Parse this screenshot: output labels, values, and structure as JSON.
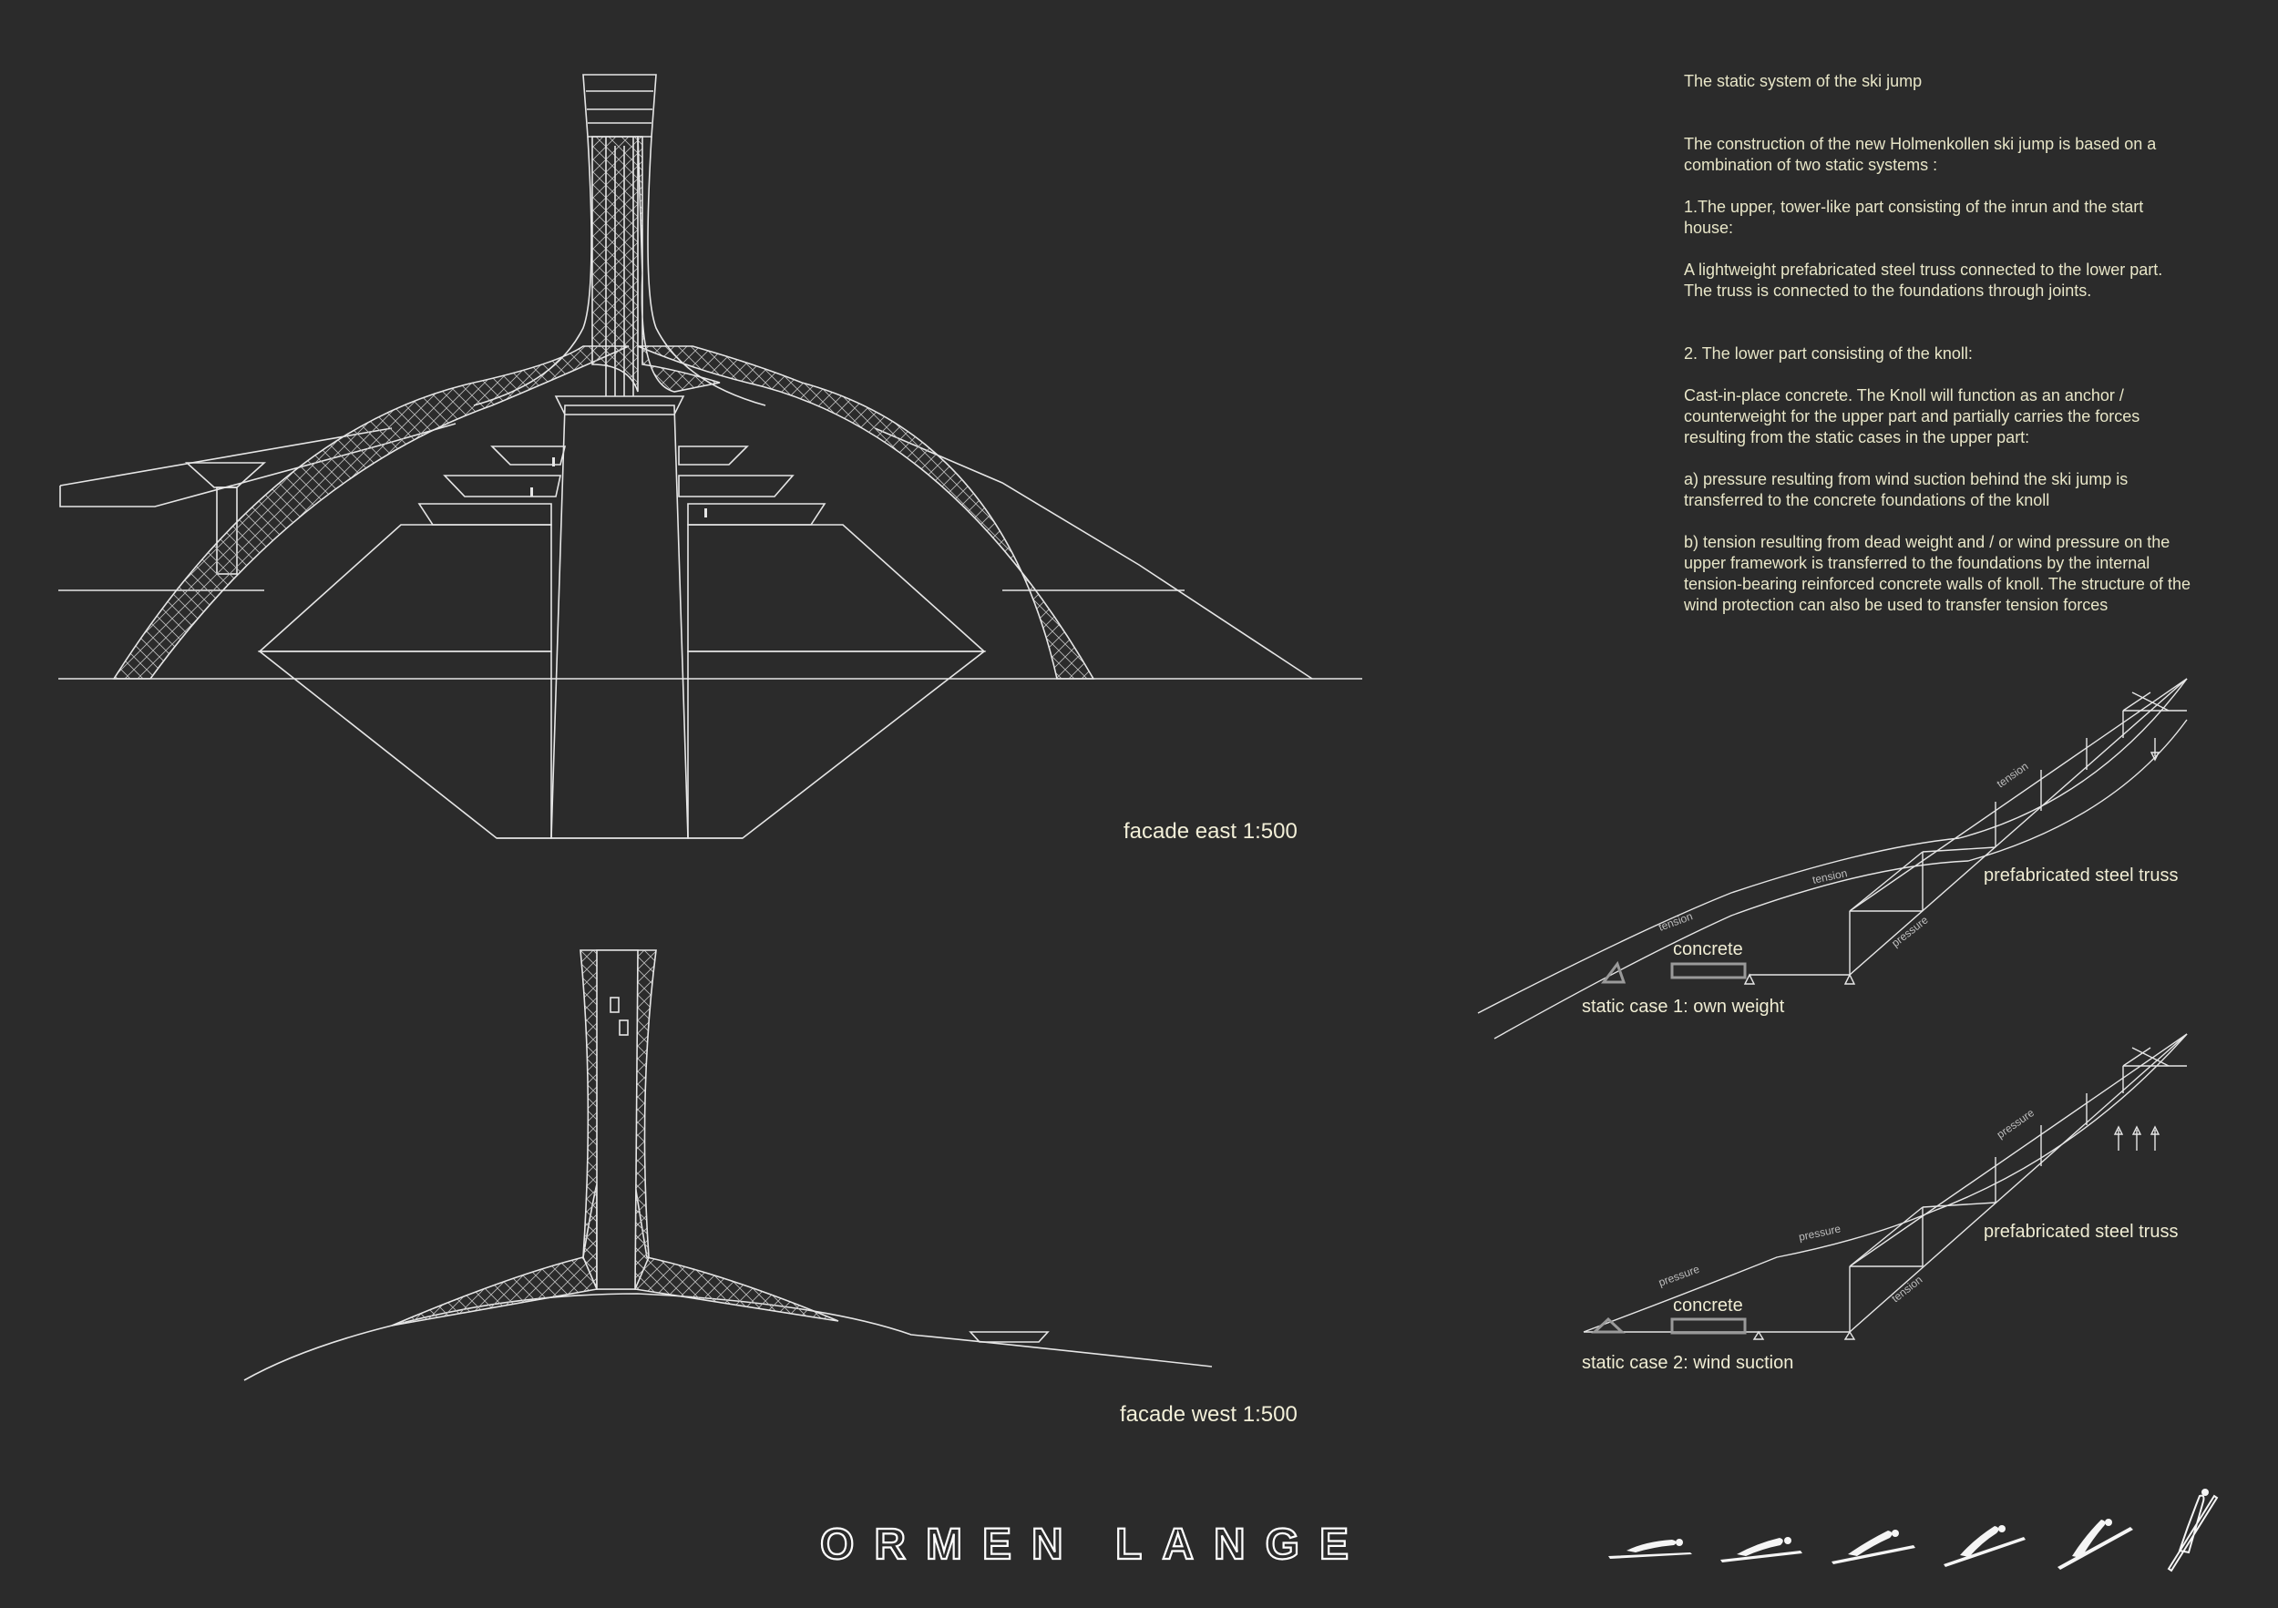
{
  "colors": {
    "background": "#2b2b2b",
    "line": "#e6e6e6",
    "text": "#e8e6c8"
  },
  "text_block": {
    "heading": "The static system of the ski jump",
    "intro": "The construction of the new Holmenkollen ski jump is based on a combination of two static systems :",
    "upper_title": "1.The upper, tower-like part consisting of the inrun and the start house:",
    "upper_body": "A lightweight prefabricated steel truss connected to the lower part. The truss is connected to the foundations through joints.",
    "lower_title": "2. The lower part consisting of the knoll:",
    "lower_body": "Cast-in-place concrete. The Knoll will function as an anchor / counterweight for the upper part and partially carries the forces resulting from the static cases in the upper part:",
    "point_a": "a) pressure resulting from wind suction behind the ski jump is transferred to the concrete foundations of the knoll",
    "point_b": "b) tension resulting from dead weight and / or wind pressure on the upper framework is transferred to the foundations by the internal tension-bearing reinforced concrete walls of knoll. The structure of the wind protection can also be used to transfer tension forces"
  },
  "captions": {
    "facade_east": "facade east 1:500",
    "facade_west": "facade west 1:500"
  },
  "static_case_1": {
    "title": "static case 1: own weight",
    "concrete": "concrete",
    "truss": "prefabricated steel truss",
    "force_labels": [
      "tension",
      "tension",
      "tension",
      "pressure"
    ],
    "load_icon": "down-arrow-icon"
  },
  "static_case_2": {
    "title": "static case 2: wind suction",
    "concrete": "concrete",
    "truss": "prefabricated steel truss",
    "force_labels": [
      "pressure",
      "pressure",
      "pressure",
      "tension"
    ],
    "load_icon": "up-arrows-icon"
  },
  "logo": {
    "text": "ORMEN LANGE",
    "jumper_icons": [
      "ski-jumper-icon",
      "ski-jumper-icon",
      "ski-jumper-icon",
      "ski-jumper-icon",
      "ski-jumper-icon",
      "ski-jumper-icon"
    ]
  }
}
